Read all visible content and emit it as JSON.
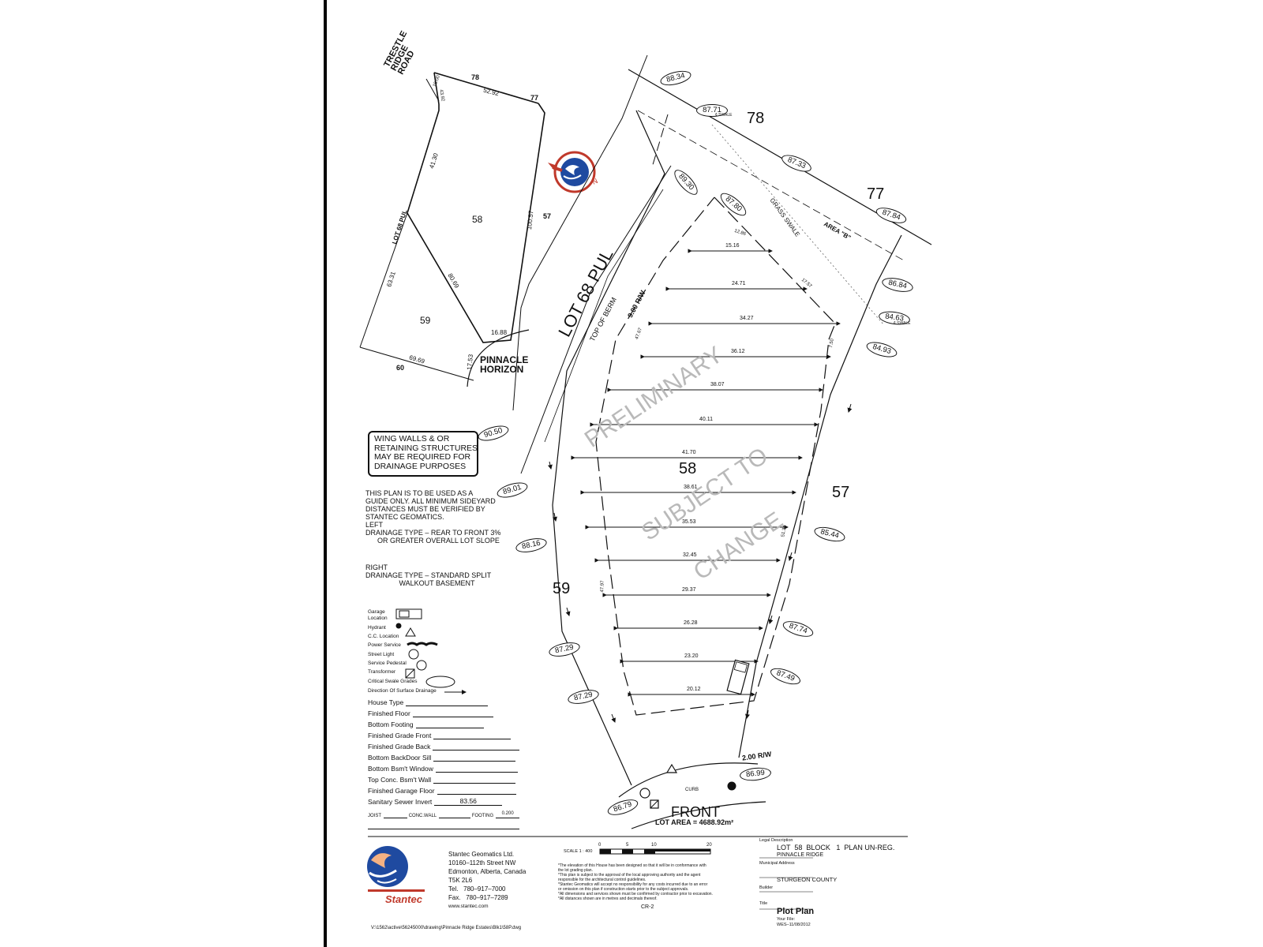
{
  "key_map": {
    "lots": {
      "l78": "78",
      "l77": "77",
      "l57": "57",
      "l58": "58",
      "l59": "59",
      "l60": "60"
    },
    "road_trestle": "TRESTLE RIDGE ROAD",
    "road_pinnacle": "PINNACLE HORIZON",
    "lot68": "LOT 68 PUL",
    "dims": {
      "d1": "52.92",
      "d2": "43.92",
      "d3": "41.30",
      "d4": "100.57",
      "d5": "63.31",
      "d6": "80.69",
      "d7": "16.88",
      "d8": "17.53",
      "d9": "69.69",
      "d10": "15.00"
    }
  },
  "main_plan": {
    "lot68": "LOT 68 PUL",
    "top_of_berm": "TOP OF BERM",
    "row": "9.00 R/W",
    "grass_swale": "GRASS SWALE",
    "area_b": "AREA \"B\"",
    "lots": {
      "l78": "78",
      "l77": "77",
      "l58": "58",
      "l57": "57",
      "l59": "59"
    },
    "grades": {
      "g1": "88.34",
      "g2": "87.71",
      "g3": "87.33",
      "g4": "87.84",
      "g5": "89.30",
      "g6": "87.80",
      "g7": "86.84",
      "g8": "84.63",
      "g9": "84.93",
      "g10": "90.50",
      "g11": "89.01",
      "g12": "88.16",
      "g13": "85.44",
      "g14": "87.74",
      "g15": "87.29",
      "g16": "87.29",
      "g17": "87.49",
      "g18": "86.99",
      "g19": "86.79"
    },
    "swale_tag": "¢ SWALE",
    "widths": [
      "15.16",
      "24.71",
      "34.27",
      "36.12",
      "38.07",
      "40.11",
      "41.70",
      "38.61",
      "35.53",
      "32.45",
      "29.37",
      "26.28",
      "23.20",
      "20.12"
    ],
    "side_dims": {
      "s1": "12.86",
      "s2": "17.57",
      "s3": "7.50",
      "s4": "47.67",
      "s5": "51.34",
      "s6": "47.97"
    },
    "front_row": "2.00 R/W",
    "curb": "CURB",
    "front": "FRONT",
    "lot_area": "LOT AREA = 4688.92m²",
    "watermark": [
      "PRELIMINARY",
      "SUBJECT TO",
      "CHANGE"
    ]
  },
  "notes": {
    "box": [
      "WING WALLS & OR",
      "RETAINING STRUCTURES",
      "MAY BE REQUIRED FOR",
      "DRAINAGE PURPOSES"
    ],
    "guide": [
      "THIS PLAN IS TO BE USED AS A",
      "GUIDE ONLY. ALL MINIMUM SIDEYARD",
      "DISTANCES MUST BE VERIFIED BY",
      "STANTEC GEOMATICS.",
      "LEFT",
      "DRAINAGE TYPE – REAR TO FRONT 3%",
      "      OR GREATER OVERALL LOT SLOPE"
    ],
    "right": [
      "RIGHT",
      "DRAINAGE TYPE – STANDARD SPLIT",
      "                 WALKOUT BASEMENT"
    ]
  },
  "legend": {
    "garage": "Garage",
    "location": "Location",
    "hydrant": "Hydrant",
    "cc": "C.C. Location",
    "power": "Power Service",
    "street_light": "Street Light",
    "pedestal": "Service Pedestal",
    "transformer": "Transformer",
    "swale_grades": "Critical Swale Grades",
    "drainage_dir": "Direction Of Surface Drainage"
  },
  "form": {
    "house_type": "House Type",
    "finished_floor": "Finished Floor",
    "bottom_footing": "Bottom Footing",
    "grade_front": "Finished Grade Front",
    "grade_back": "Finished Grade Back",
    "backdoor_sill": "Bottom BackDoor Sill",
    "bsmt_window": "Bottom Bsm't Window",
    "top_conc": "Top Conc. Bsm't Wall",
    "garage_floor": "Finished Garage Floor",
    "sewer": "Sanitary Sewer Invert",
    "sewer_val": "83.56",
    "joist": "JOIST",
    "conc_wall": "CONC.WALL",
    "footing": "FOOTING",
    "footing_val": "0.200"
  },
  "company": {
    "name": "Stantec Geomatics Ltd.",
    "addr1": "10160–112th Street NW",
    "addr2": "Edmonton, Alberta, Canada",
    "postal": "T5K 2L6",
    "tel": "Tel.   780–917–7000",
    "fax": "Fax.   780–917–7289",
    "web": "www.stantec.com",
    "logo_text": "Stantec"
  },
  "scale": {
    "label": "SCALE  1 : 400",
    "t0": "0",
    "t5": "5",
    "t10": "10",
    "t20": "20"
  },
  "disclaimer": [
    "*The elevation of this House has been designed so that it will be in conformance with",
    "the lot grading plan.",
    "*This plan is subject to the approval of the local approving authority and the agent",
    "responsible for the architectural control guidelines.",
    "*Stantec Geomatics will accept no responsibility for any costs incurred due to an error",
    "or omission on this plan if construction starts prior to the subject approvals.",
    "*All dimensions and services shown must be confirmed by contractor prior to excavation.",
    "*All distances shown are in metres and decimals thereof."
  ],
  "sheet_code": "CR-2",
  "title_block": {
    "legal_label": "Legal Description",
    "legal": "LOT  58  BLOCK   1  PLAN UN-REG.",
    "subdivision": "PINNACLE RIDGE",
    "municipal_label": "Municipal Address",
    "municipal": "STURGEON COUNTY",
    "builder_label": "Builder",
    "title_label": "Title",
    "title": "Plot Plan",
    "file": "Your File:",
    "ref": "WES–11/08/2012"
  },
  "file_path": "V:\\1562\\active\\56245000\\drawing\\Pinnacle Ridge Estates\\Blk1\\58P.dwg"
}
